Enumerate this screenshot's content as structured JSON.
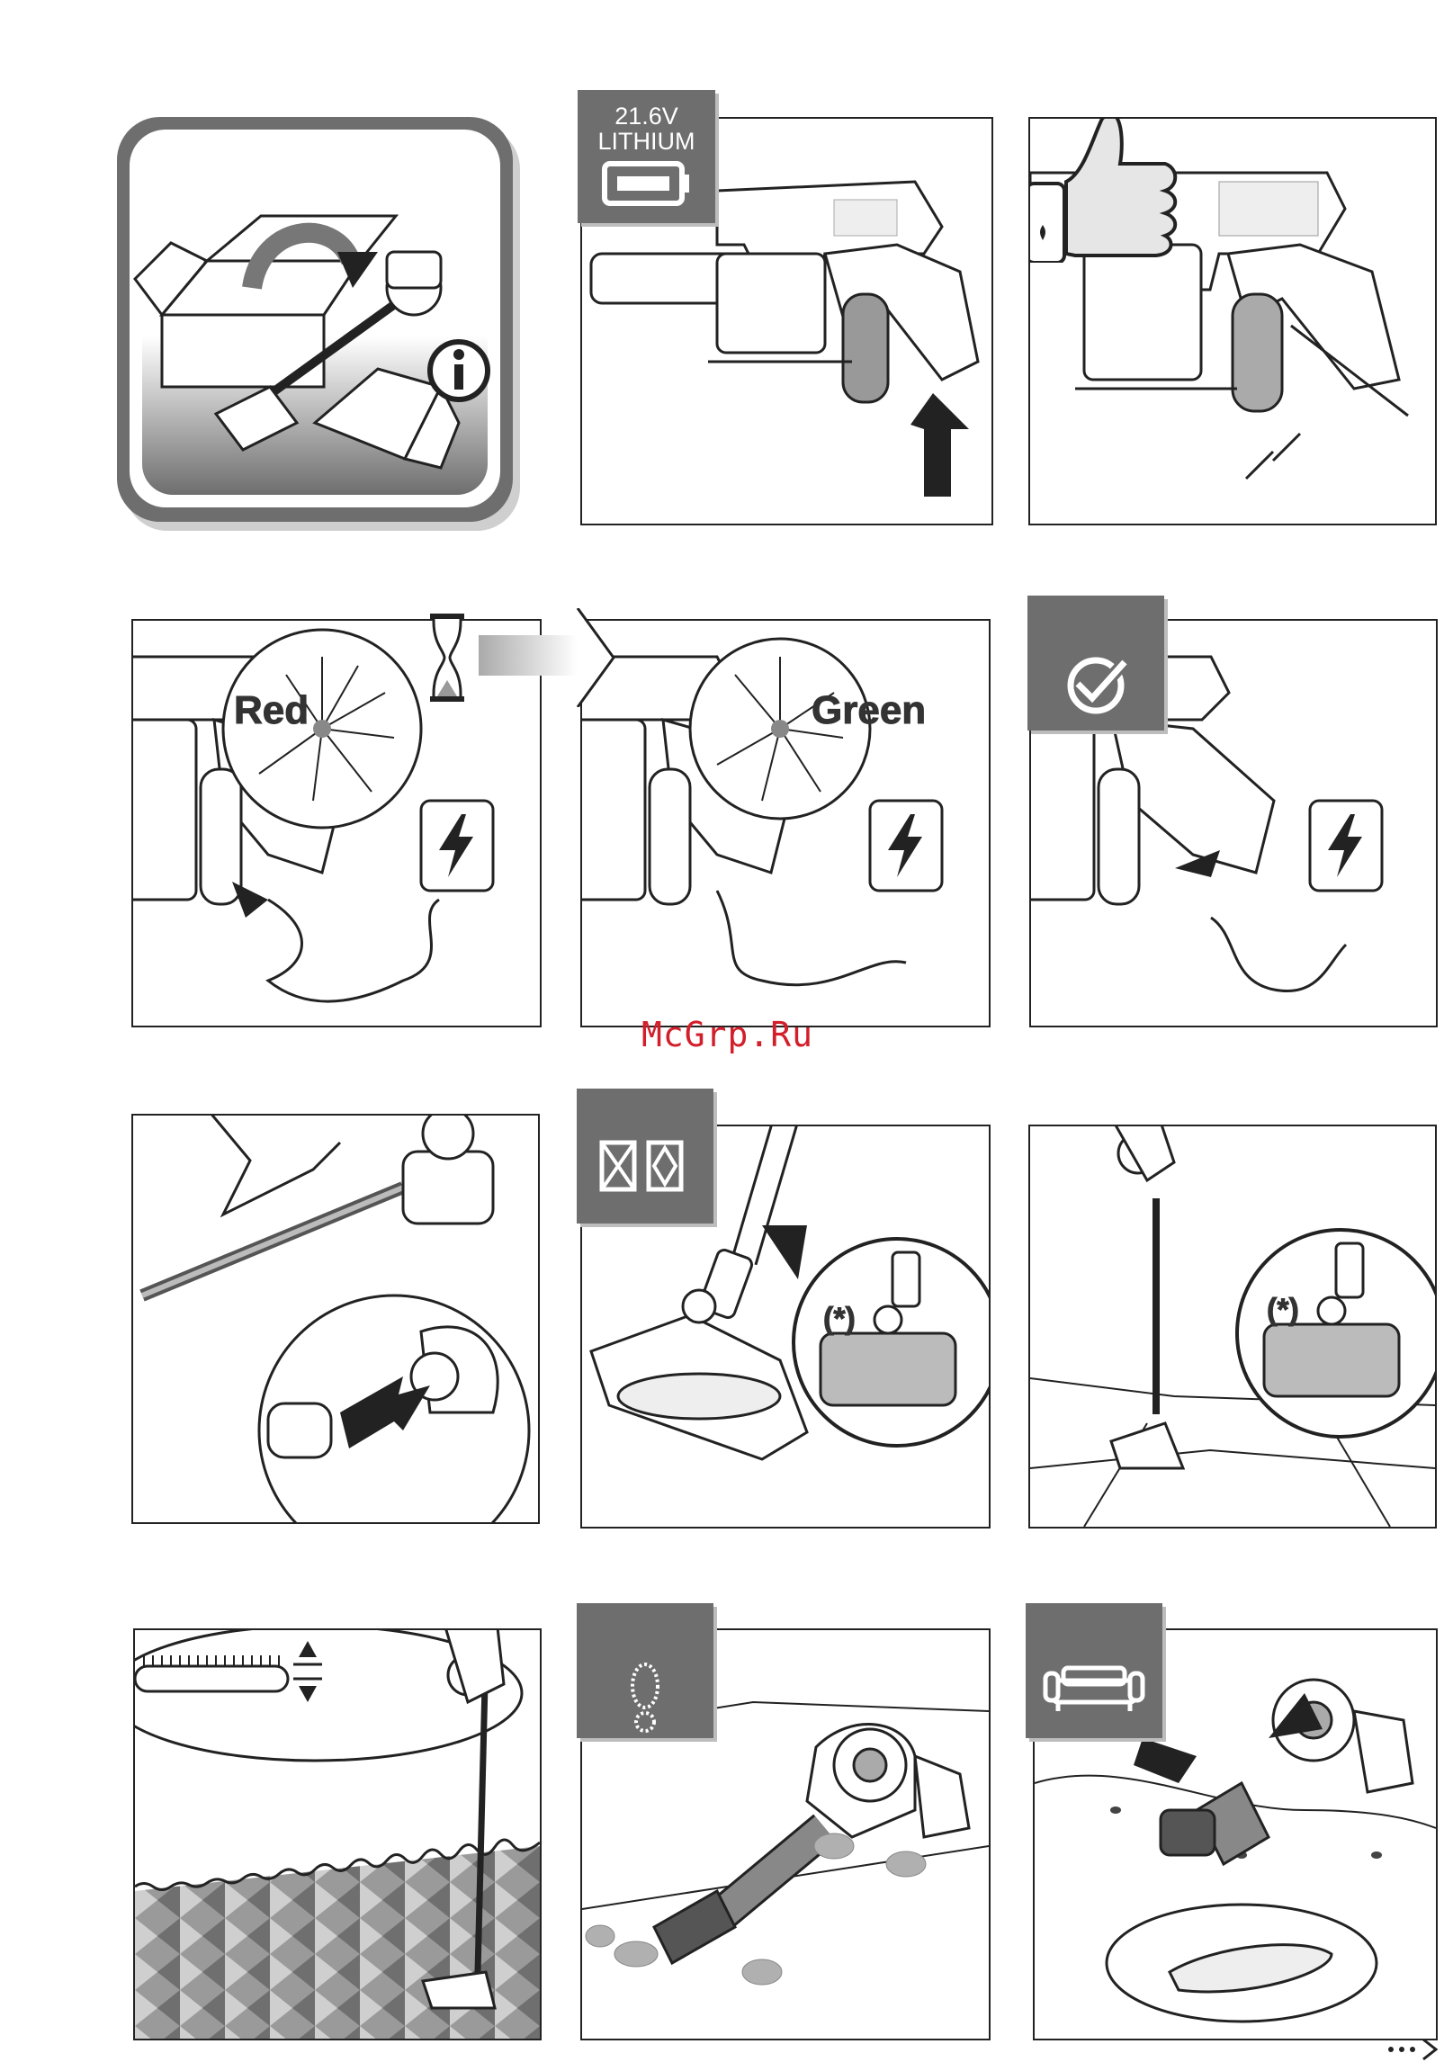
{
  "battery_badge": {
    "voltage": "21.6V",
    "chemistry": "LITHIUM",
    "icon": "battery-icon"
  },
  "charge_indicator": {
    "red_label": "Red",
    "green_label": "Green"
  },
  "optional_marker": "(*)",
  "watermark": "McGrp.Ru",
  "icons": {
    "info": "info-icon",
    "box": "unbox-icon",
    "thumb": "thumbs-up-icon",
    "hourglass": "hourglass-icon",
    "charger": "lightning-plug-icon",
    "check": "check-badge-icon",
    "floor": "hard-floor-icon",
    "stairs": "footprint-icon",
    "sofa": "sofa-icon",
    "next": "next-page-arrow-icon"
  },
  "colors": {
    "badge_gray": "#6e6e6e",
    "watermark_red": "#d21f2b",
    "line": "#222222"
  }
}
